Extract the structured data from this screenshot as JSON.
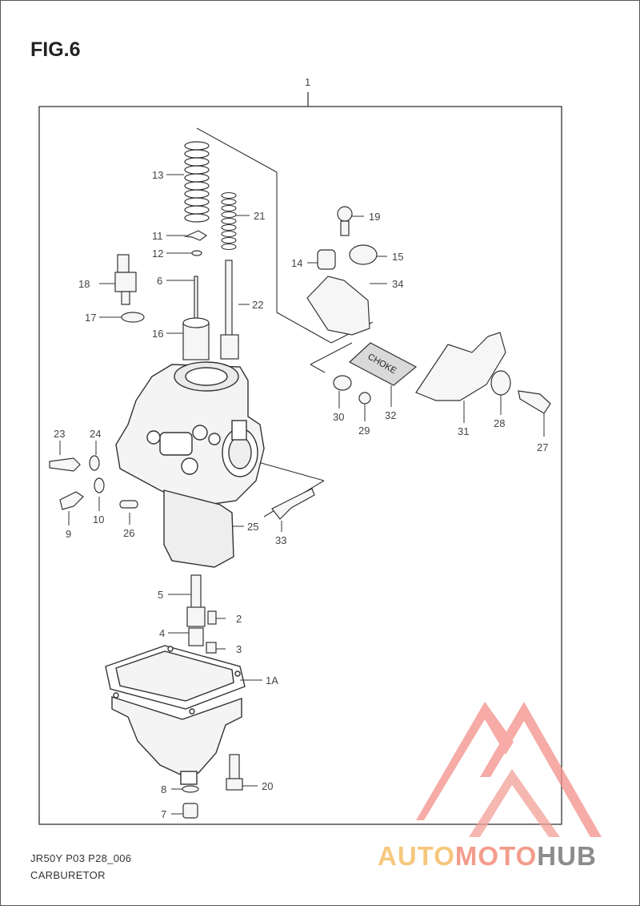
{
  "figure": {
    "title": "FIG.6"
  },
  "footer": {
    "code": "JR50Y P03 P28_006",
    "name": "CARBURETOR"
  },
  "watermark": {
    "part1": "AUTO",
    "part2": "MOTO",
    "part3": "HUB",
    "colors": {
      "auto": "#f6c77d",
      "moto": "#f39c8c",
      "hub": "#8c8c8c",
      "logo": "#f08a80"
    }
  },
  "decal_text": "CHOKE",
  "callouts": {
    "c1": "1",
    "c1A": "1A",
    "c2": "2",
    "c3": "3",
    "c4": "4",
    "c5": "5",
    "c6": "6",
    "c7": "7",
    "c8": "8",
    "c9": "9",
    "c10": "10",
    "c11": "11",
    "c12": "12",
    "c13": "13",
    "c14": "14",
    "c15": "15",
    "c16": "16",
    "c17": "17",
    "c18": "18",
    "c19": "19",
    "c20": "20",
    "c21": "21",
    "c22": "22",
    "c23": "23",
    "c24": "24",
    "c25": "25",
    "c26": "26",
    "c27": "27",
    "c28": "28",
    "c29": "29",
    "c30": "30",
    "c31": "31",
    "c32": "32",
    "c33": "33",
    "c34": "34"
  }
}
